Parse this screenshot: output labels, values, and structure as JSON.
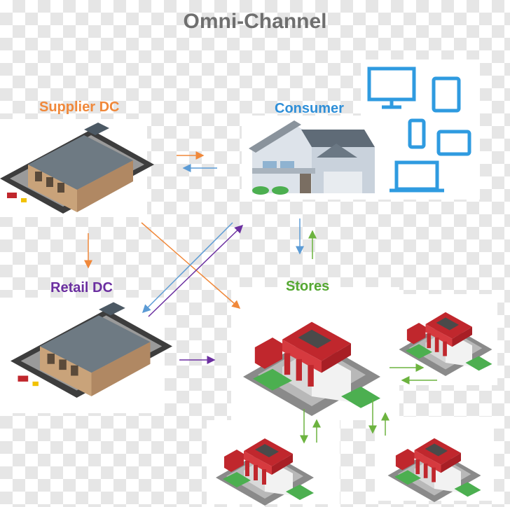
{
  "title": "Omni-Channel",
  "labels": {
    "supplier_dc": "Supplier DC",
    "consumer": "Consumer",
    "retail_dc": "Retail DC",
    "stores": "Stores"
  },
  "colors": {
    "title": "#6f6f6f",
    "supplier": "#f0883a",
    "consumer": "#2f8fd8",
    "retail": "#6b2fa0",
    "stores": "#55a832"
  },
  "icons": [
    "warehouse-icon",
    "house-icon",
    "monitor-icon",
    "tablet-icon",
    "phone-icon",
    "laptop-icon",
    "store-icon",
    "truck-icon"
  ]
}
